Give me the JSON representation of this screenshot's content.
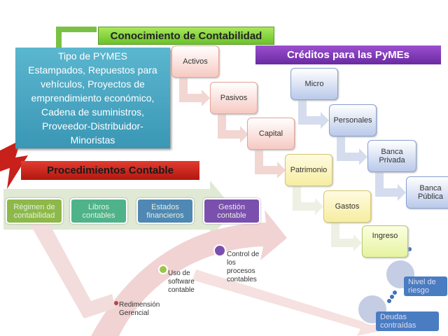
{
  "header": {
    "title": "Conocimiento de Contabilidad"
  },
  "pymes_box": {
    "lines": [
      "Tipo de   PYMES",
      "Estampados, Repuestos para",
      "vehículos,  Proyectos de",
      "emprendimiento económico,",
      "Cadena de suministros,",
      "Proveedor-Distribuidor-",
      "Minoristas"
    ]
  },
  "accounting_steps": [
    "Activos",
    "Pasivos",
    "Capital",
    "Patrimonio",
    "Gastos",
    "Ingreso"
  ],
  "credits": {
    "title": "Créditos para las PyMEs",
    "items": [
      "Micro",
      "Personales",
      "Banca Privada",
      "Banca Pública"
    ]
  },
  "procedures": {
    "title": "Procedimientos Contable",
    "items": [
      "Régimen de contabilidad",
      "Libros contables",
      "Estados financieros",
      "Gestión contable"
    ]
  },
  "milestones": [
    "Redimensión Gerencial",
    "Uso de software contable",
    "Control de los procesos contables"
  ],
  "risks": [
    "Nivel de riesgo",
    "Deudas contraídas"
  ],
  "colors": {
    "green": "#7ac143",
    "blue": "#3a97b5",
    "purple": "#7b35b0",
    "red": "#c8201a"
  }
}
